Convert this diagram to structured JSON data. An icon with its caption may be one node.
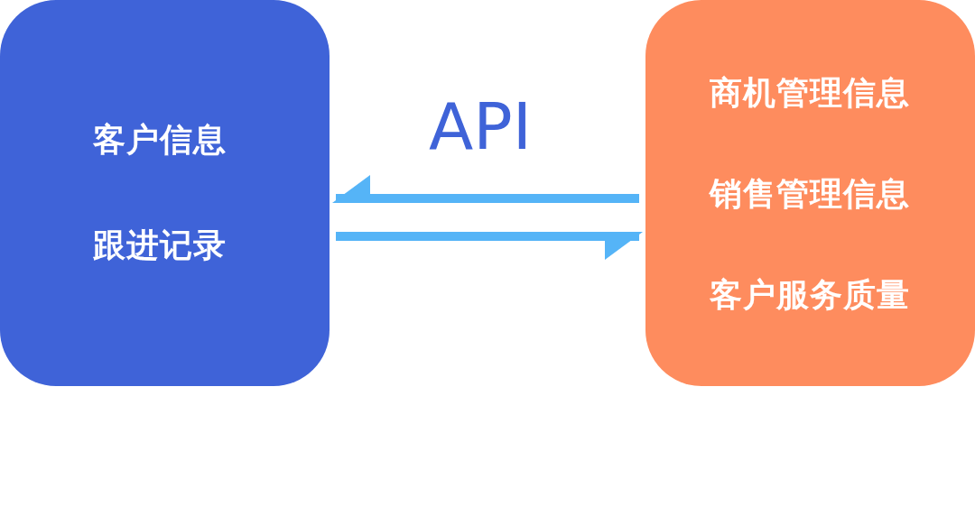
{
  "diagram": {
    "nodes": [
      {
        "text": [
          "客户信息",
          "跟进记录"
        ]
      },
      {
        "text": [
          "商机管理信息",
          "销售管理信息",
          "客户服务质量"
        ]
      }
    ],
    "edges": [
      {
        "from": 1,
        "to": 0,
        "arrow": "to",
        "label": "API"
      },
      {
        "from": 0,
        "to": 1,
        "arrow": "to"
      }
    ]
  }
}
